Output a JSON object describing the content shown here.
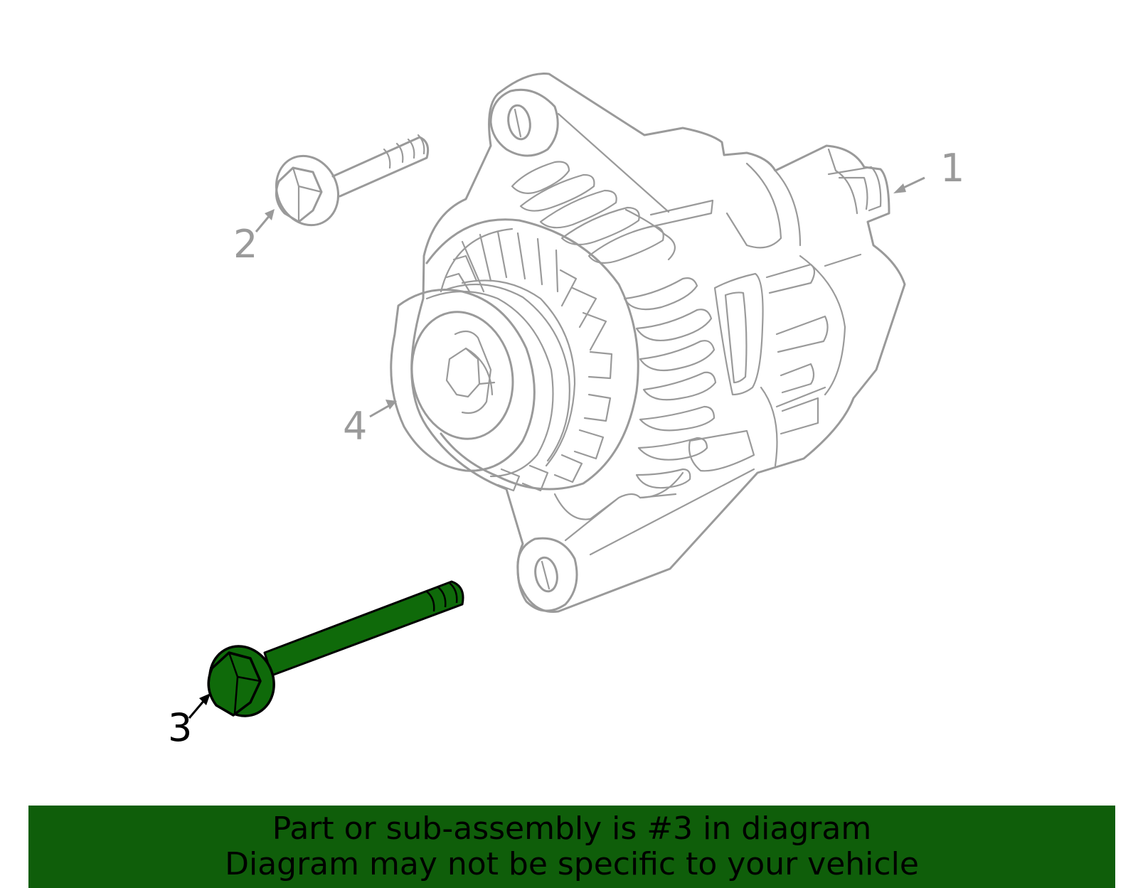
{
  "diagram": {
    "callouts": [
      {
        "id": "1",
        "label": "1",
        "part": "alternator"
      },
      {
        "id": "2",
        "label": "2",
        "part": "upper-bolt"
      },
      {
        "id": "3",
        "label": "3",
        "part": "lower-bolt"
      },
      {
        "id": "4",
        "label": "4",
        "part": "pulley"
      }
    ],
    "highlighted_callout": "3",
    "colors": {
      "line": "#9a9a9a",
      "highlight_fill": "#0f6a0a",
      "highlight_stroke": "#000000",
      "banner_bg": "#0f5e0a",
      "banner_text": "#000000",
      "background": "#ffffff"
    }
  },
  "banner": {
    "line1": "Part or sub-assembly is #3 in diagram",
    "line2": "Diagram may not be specific to your vehicle"
  }
}
